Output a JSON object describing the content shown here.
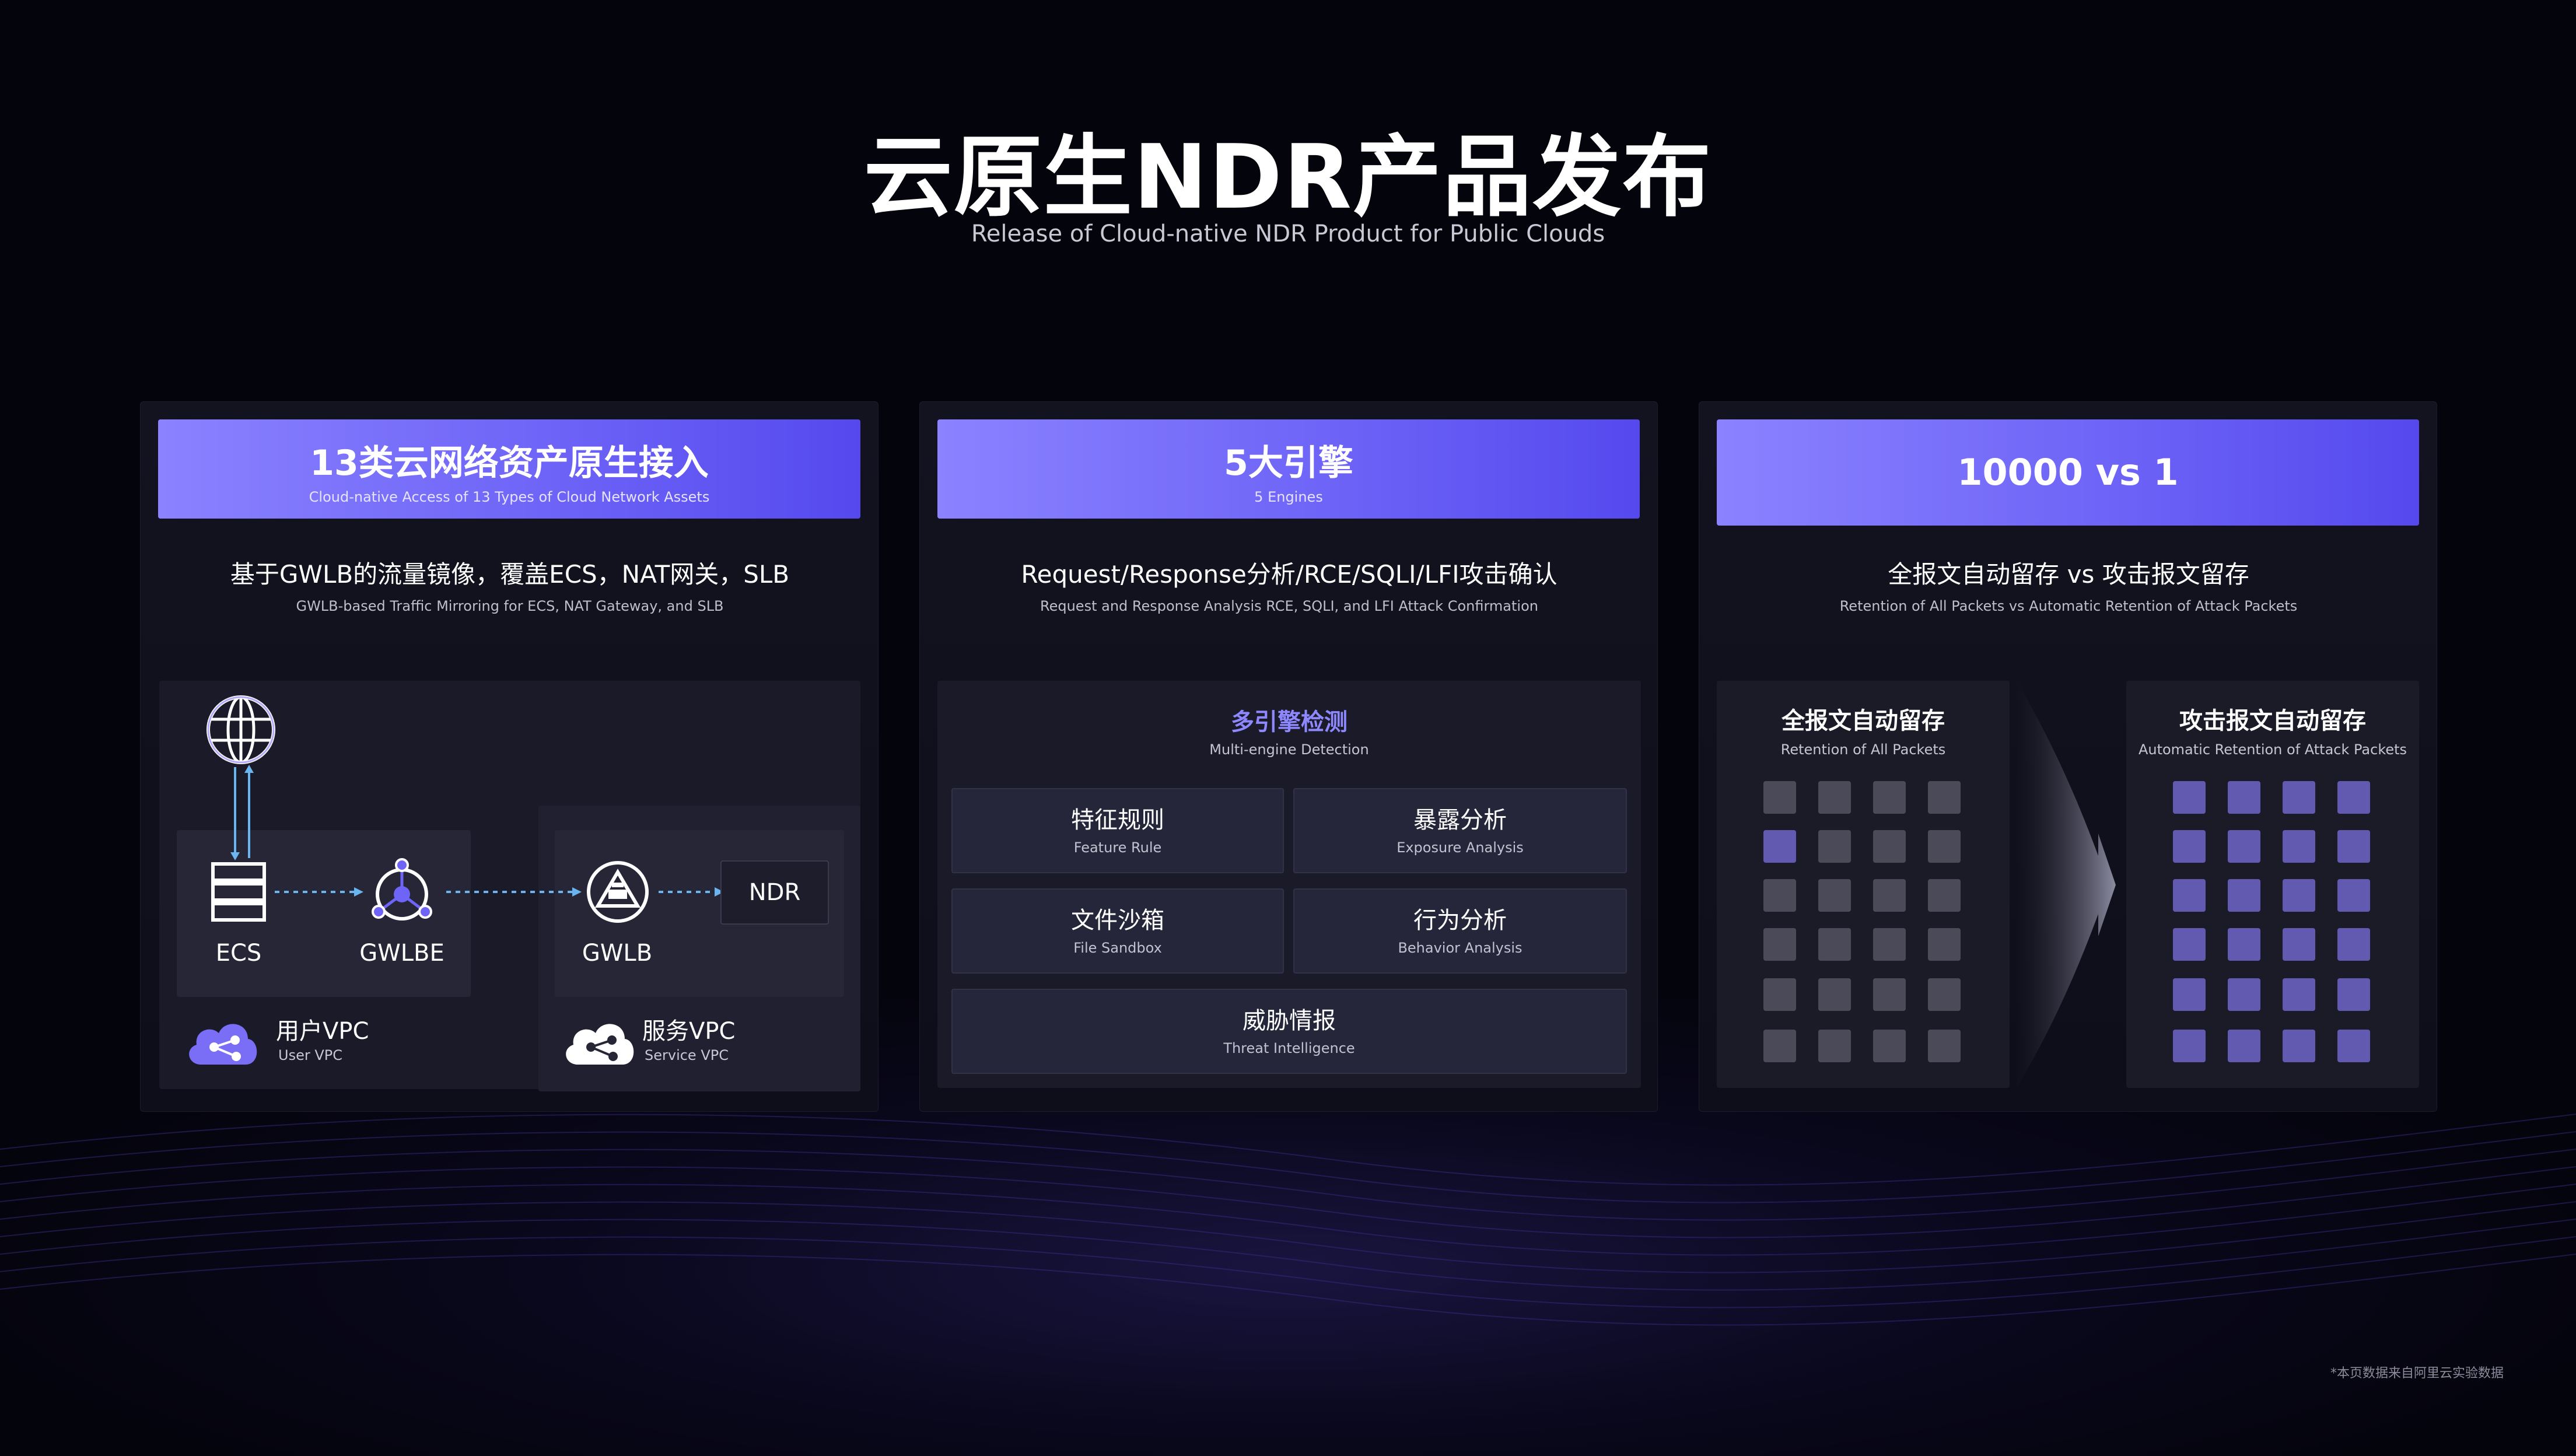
{
  "header": {
    "title": "云原生NDR产品发布",
    "subtitle": "Release of Cloud-native NDR Product for Public Clouds"
  },
  "panel1": {
    "banner_title": "13类云网络资产原生接入",
    "banner_sub": "Cloud-native Access of 13 Types of Cloud Network Assets",
    "desc": "基于GWLB的流量镜像，覆盖ECS，NAT网关，SLB",
    "desc_sub": "GWLB-based Traffic Mirroring for ECS, NAT Gateway, and SLB",
    "nodes": {
      "ecs": "ECS",
      "gwlbe": "GWLBE",
      "gwlb": "GWLB",
      "ndr": "NDR"
    },
    "user_vpc": {
      "label": "用户VPC",
      "sub": "User VPC"
    },
    "service_vpc": {
      "label": "服务VPC",
      "sub": "Service VPC"
    }
  },
  "panel2": {
    "banner_title": "5大引擎",
    "banner_sub": "5 Engines",
    "desc": "Request/Response分析/RCE/SQLI/LFI攻击确认",
    "desc_sub": "Request and Response Analysis RCE, SQLI, and LFI Attack Confirmation",
    "engine_title": "多引擎检测",
    "engine_sub": "Multi-engine Detection",
    "engines": [
      {
        "cn": "特征规则",
        "en": "Feature Rule"
      },
      {
        "cn": "暴露分析",
        "en": "Exposure Analysis"
      },
      {
        "cn": "文件沙箱",
        "en": "File Sandbox"
      },
      {
        "cn": "行为分析",
        "en": "Behavior Analysis"
      },
      {
        "cn": "威胁情报",
        "en": "Threat Intelligence"
      }
    ]
  },
  "panel3": {
    "banner_title": "10000 vs 1",
    "desc": "全报文自动留存 vs 攻击报文留存",
    "desc_sub": "Retention of All Packets vs Automatic Retention of Attack Packets",
    "left": {
      "title": "全报文自动留存",
      "sub": "Retention of All Packets"
    },
    "right": {
      "title": "攻击报文自动留存",
      "sub": "Automatic Retention of Attack Packets"
    }
  },
  "footnote": "*本页数据来自阿里云实验数据",
  "colors": {
    "background": "#04040d",
    "accent": "#6e64f7",
    "accent_light": "#8e88ff",
    "arrow": "#6ab4f0",
    "packet_gray": "#4a4a58",
    "packet_purple": "#625ab0"
  }
}
